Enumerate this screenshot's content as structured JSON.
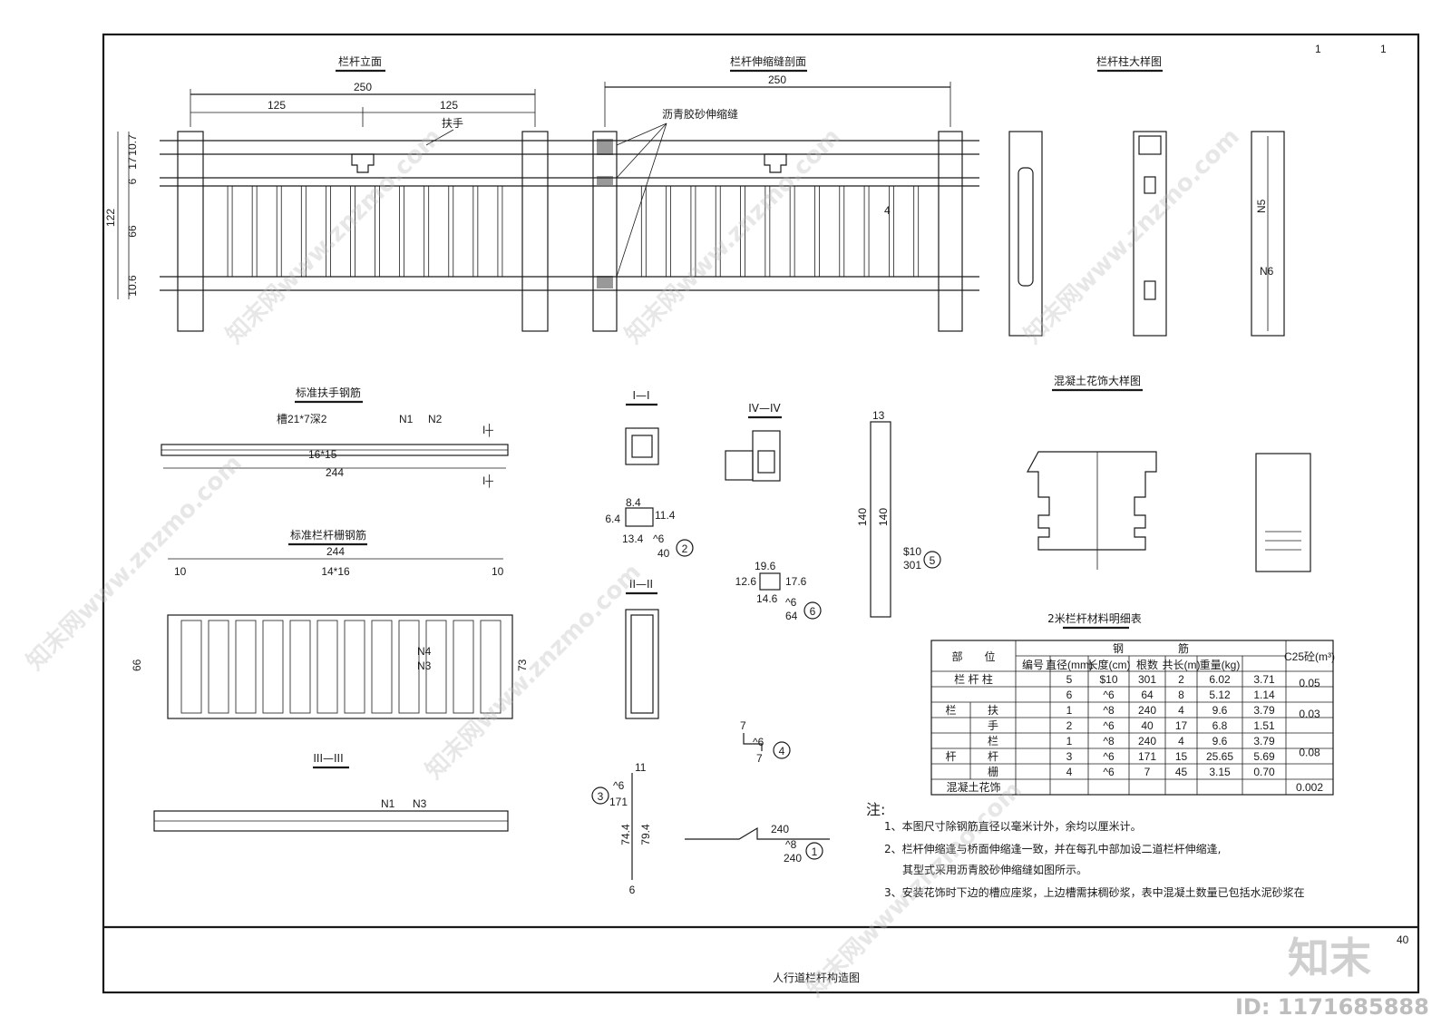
{
  "page": {
    "number_top_a": "1",
    "number_top_b": "1",
    "sheet_no": "40",
    "title": "人行道栏杆构造图"
  },
  "views": {
    "elevation": {
      "title": "栏杆立面",
      "total": "250",
      "half_a": "125",
      "half_b": "125",
      "handrail": "扶手",
      "d1": "10.7",
      "d2": "17",
      "d3": "6",
      "d4": "66",
      "d5": "10.6",
      "h_total": "122"
    },
    "joint": {
      "title": "栏杆伸缩缝剖面",
      "total": "250",
      "note": "沥青胶砂伸缩缝",
      "side": "4"
    },
    "column": {
      "title": "栏杆柱大样图"
    },
    "handrail_rebar": {
      "title": "标准扶手钢筋",
      "slot": "槽21*7深2",
      "n1": "N1",
      "n2": "N2",
      "spacing": "16*15",
      "length": "244",
      "sec": "I"
    },
    "fence_rebar": {
      "title": "标准栏杆栅钢筋",
      "length": "244",
      "spacing": "14*16",
      "end": "10",
      "h": "66",
      "h2": "73",
      "n4": "N4",
      "n3": "N3"
    },
    "sec3": {
      "title": "III—III",
      "n1": "N1",
      "n3": "N3"
    },
    "sec1": {
      "title": "I—I"
    },
    "sec2": {
      "title": "II—II"
    },
    "sec4": {
      "title": "IV—IV"
    },
    "flower": {
      "title": "混凝土花饰大样图"
    }
  },
  "table": {
    "title": "2米栏杆材料明细表",
    "head_part": "部　　位",
    "head_steel": "钢　　　　　筋",
    "head_concrete": "C25砼(m³)",
    "cols": [
      "编号",
      "直径(mm)",
      "长度(cm)",
      "根数",
      "共长(m)",
      "重量(kg)"
    ],
    "rows": [
      {
        "part": "栏 杆 柱",
        "sub": "",
        "no": "5",
        "dia": "$10",
        "len": "301",
        "cnt": "2",
        "tot": "6.02",
        "wt": "3.71"
      },
      {
        "part": "",
        "sub": "",
        "no": "6",
        "dia": "^6",
        "len": "64",
        "cnt": "8",
        "tot": "5.12",
        "wt": "1.14"
      },
      {
        "part": "栏",
        "sub": "扶",
        "no": "1",
        "dia": "^8",
        "len": "240",
        "cnt": "4",
        "tot": "9.6",
        "wt": "3.79"
      },
      {
        "part": "",
        "sub": "手",
        "no": "2",
        "dia": "^6",
        "len": "40",
        "cnt": "17",
        "tot": "6.8",
        "wt": "1.51"
      },
      {
        "part": "",
        "sub": "栏",
        "no": "1",
        "dia": "^8",
        "len": "240",
        "cnt": "4",
        "tot": "9.6",
        "wt": "3.79"
      },
      {
        "part": "杆",
        "sub": "杆",
        "no": "3",
        "dia": "^6",
        "len": "171",
        "cnt": "15",
        "tot": "25.65",
        "wt": "5.69"
      },
      {
        "part": "",
        "sub": "栅",
        "no": "4",
        "dia": "^6",
        "len": "7",
        "cnt": "45",
        "tot": "3.15",
        "wt": "0.70"
      },
      {
        "part": "混凝土花饰",
        "sub": "",
        "no": "",
        "dia": "",
        "len": "",
        "cnt": "",
        "tot": "",
        "wt": ""
      }
    ],
    "concrete": [
      "0.05",
      "0.03",
      "0.08",
      "0.002"
    ]
  },
  "notes": {
    "head": "注:",
    "n1": "1、本图尺寸除钢筋直径以毫米计外，余均以厘米计。",
    "n2a": "2、栏杆伸缩逢与桥面伸缩逢一致，并在每孔中部加设二道栏杆伸缩逢,",
    "n2b": "其型式采用沥青胶砂伸缩缝如图所示。",
    "n3": "3、安装花饰时下边的槽应座浆，上边槽需抹稠砂浆，表中混凝土数量已包括水泥砂浆在"
  },
  "rebars": {
    "r2": {
      "a": "8.4",
      "b": "11.4",
      "c": "6.4",
      "d": "13.4",
      "dia": "^6",
      "len": "40",
      "no": "2"
    },
    "r5": {
      "a": "13",
      "b": "140",
      "c": "140",
      "dia": "$10",
      "len": "301",
      "no": "5"
    },
    "r6": {
      "a": "19.6",
      "b": "12.6",
      "c": "17.6",
      "d": "14.6",
      "dia": "^6",
      "len": "64",
      "no": "6"
    },
    "r4": {
      "a": "7",
      "dia": "^6",
      "b": "7",
      "no": "4"
    },
    "r3": {
      "top": "11",
      "dia": "^6",
      "len": "171",
      "a": "74.4",
      "b": "79.4",
      "bot": "6",
      "no": "3"
    },
    "r1": {
      "len": "240",
      "dia": "^8",
      "len2": "240",
      "no": "1"
    }
  },
  "watermark": {
    "brand": "知末",
    "site": "知末网www.znzmo.com",
    "id": "ID: 1171685888"
  }
}
